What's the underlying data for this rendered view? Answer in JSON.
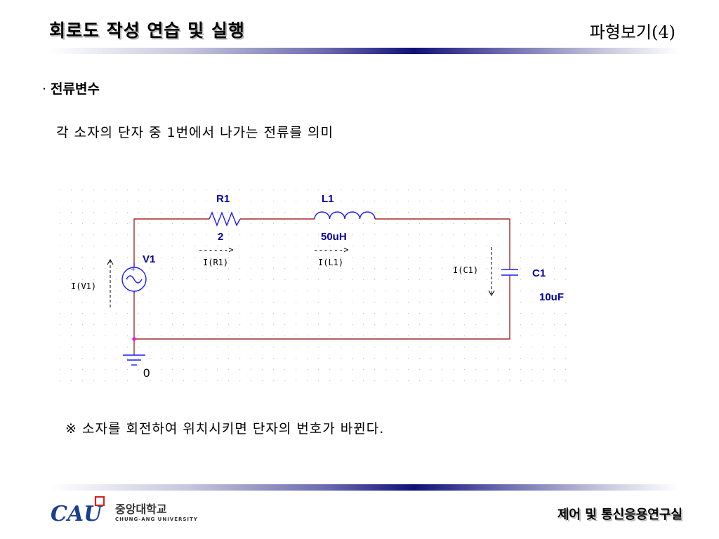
{
  "header": {
    "title": "회로도 작성 연습 및 실행",
    "subtitle": "파형보기(4)"
  },
  "content": {
    "bullet_mark": "·",
    "bullet_title": "전류변수",
    "description": "각 소자의 단자 중 1번에서 나가는 전류를 의미",
    "note": "※ 소자를 회전하여 위치시키면 단자의 번호가 바뀐다."
  },
  "schematic": {
    "r1": {
      "name": "R1",
      "value": "2",
      "arrow": "------>",
      "current_label": "I(R1)"
    },
    "l1": {
      "name": "L1",
      "value": "50uH",
      "arrow": "------>",
      "current_label": "I(L1)"
    },
    "c1": {
      "name": "C1",
      "value": "10uF",
      "current_label": "I(C1)"
    },
    "v1": {
      "name": "V1",
      "current_label": "I(V1)",
      "plus": "+",
      "minus": "-"
    },
    "ground_label": "0",
    "colors": {
      "wire": "#a52a2a",
      "part": "#1a1aff",
      "label": "#0000a0",
      "node": "#ff00ff"
    }
  },
  "footer": {
    "logo_text": "CAU",
    "university_ko": "중앙대학교",
    "university_en": "CHUNG-ANG UNIVERSITY",
    "lab_name": "제어 및 통신응용연구실"
  }
}
